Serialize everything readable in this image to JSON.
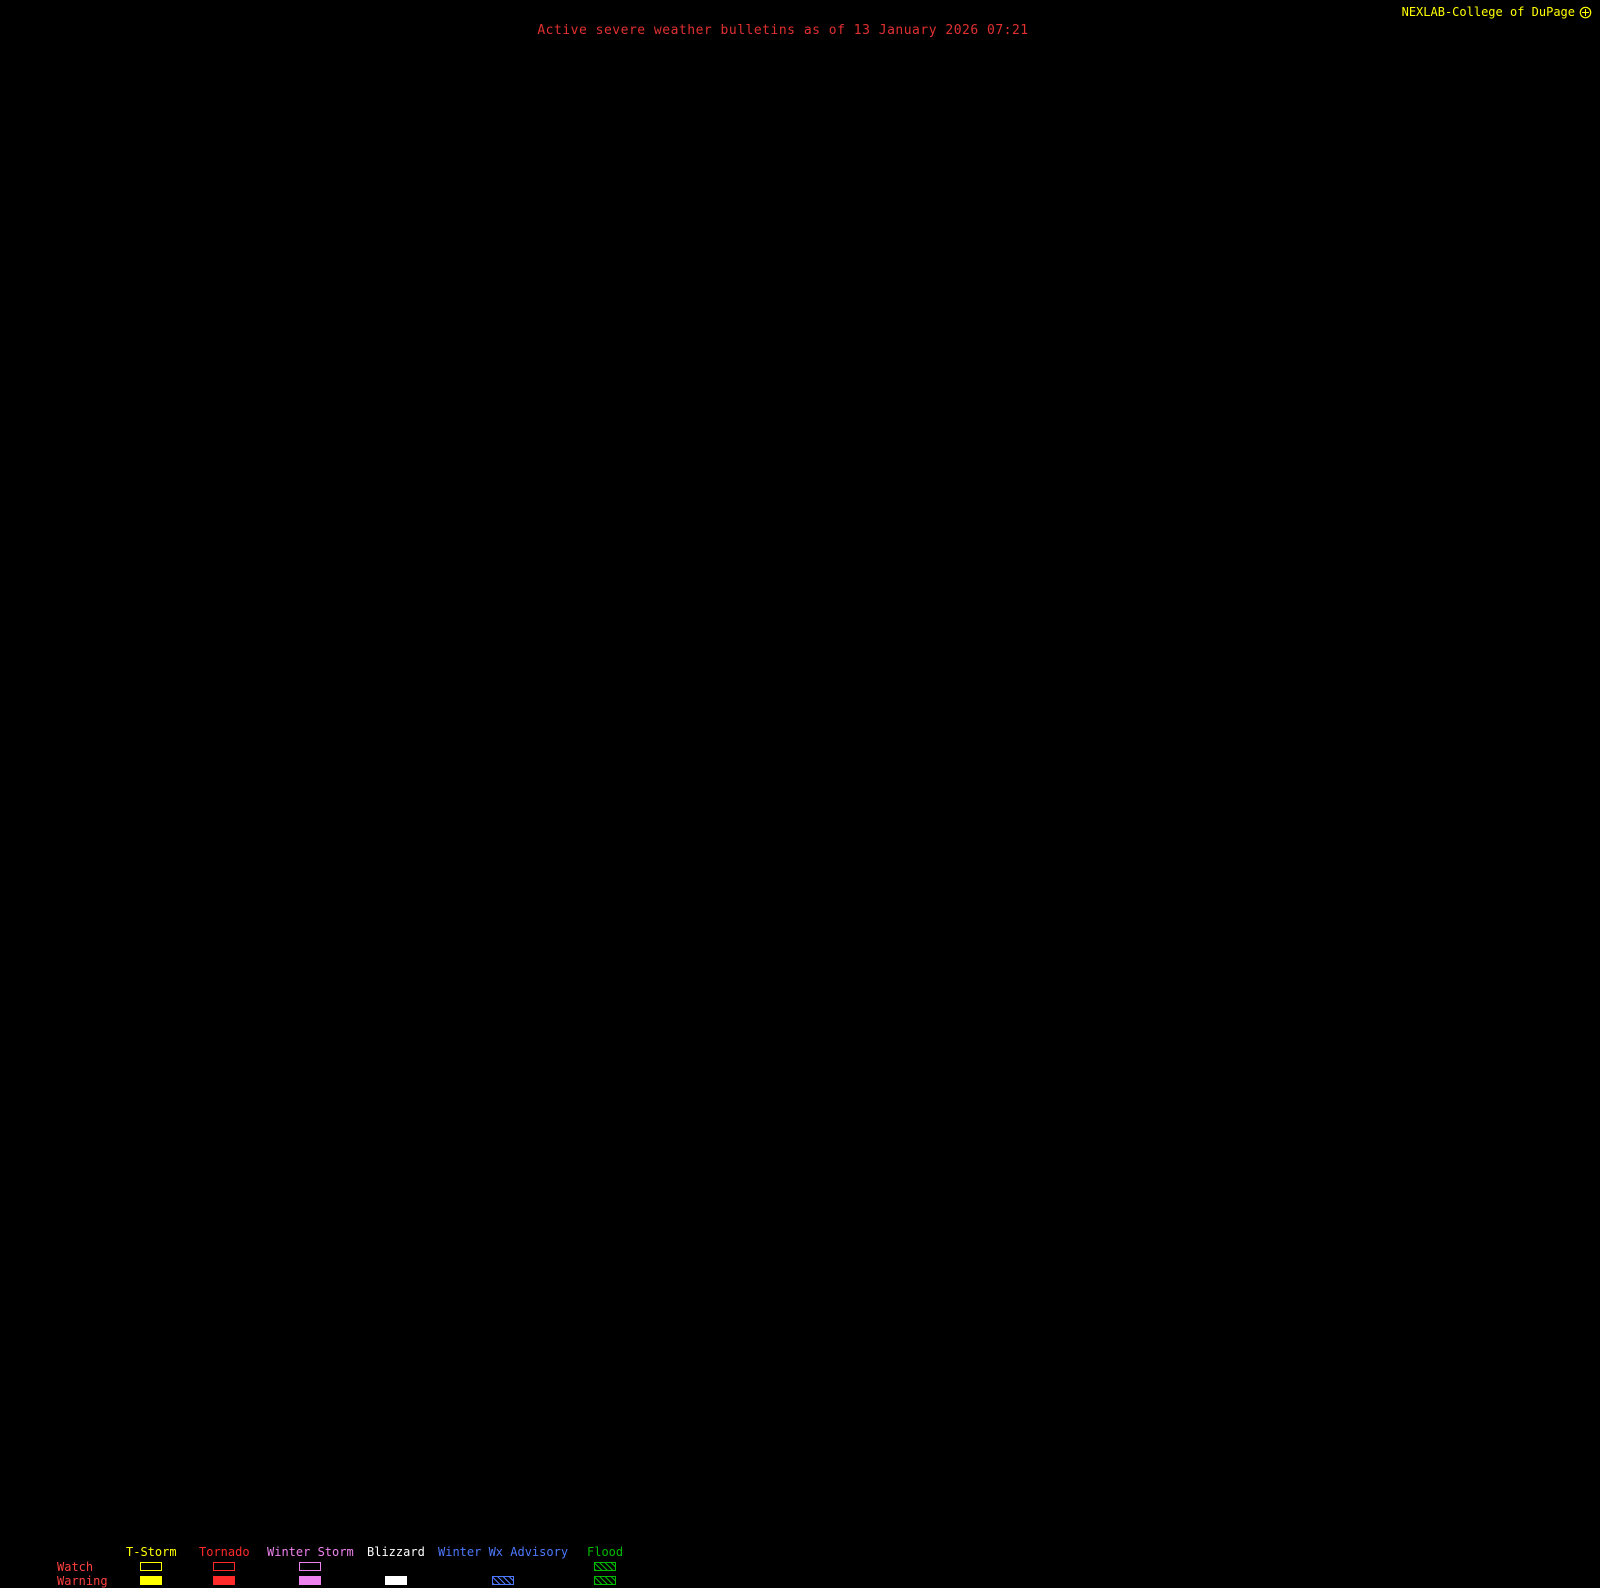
{
  "header": {
    "title": "Active severe weather bulletins as of 13 January 2026 07:21",
    "attribution": "NEXLAB-College of DuPage",
    "title_color": "#e23030",
    "attribution_color": "#ffff00"
  },
  "legend": {
    "row_labels": {
      "watch": "Watch",
      "warning": "Warning"
    },
    "row_label_color": "#ff4040",
    "columns": [
      {
        "label": "T-Storm",
        "color": "#ffff00",
        "watch": "outline",
        "warning": "fill"
      },
      {
        "label": "Tornado",
        "color": "#ff2a2a",
        "watch": "outline",
        "warning": "fill"
      },
      {
        "label": "Winter Storm",
        "color": "#ee82ee",
        "watch": "outline",
        "warning": "fill"
      },
      {
        "label": "Blizzard",
        "color": "#ffffff",
        "watch": "none",
        "warning": "fill"
      },
      {
        "label": "Winter Wx Advisory",
        "color": "#4d79ff",
        "watch": "none",
        "warning": "hatch"
      },
      {
        "label": "Flood",
        "color": "#00bb00",
        "watch": "hatch",
        "warning": "hatch"
      }
    ]
  }
}
